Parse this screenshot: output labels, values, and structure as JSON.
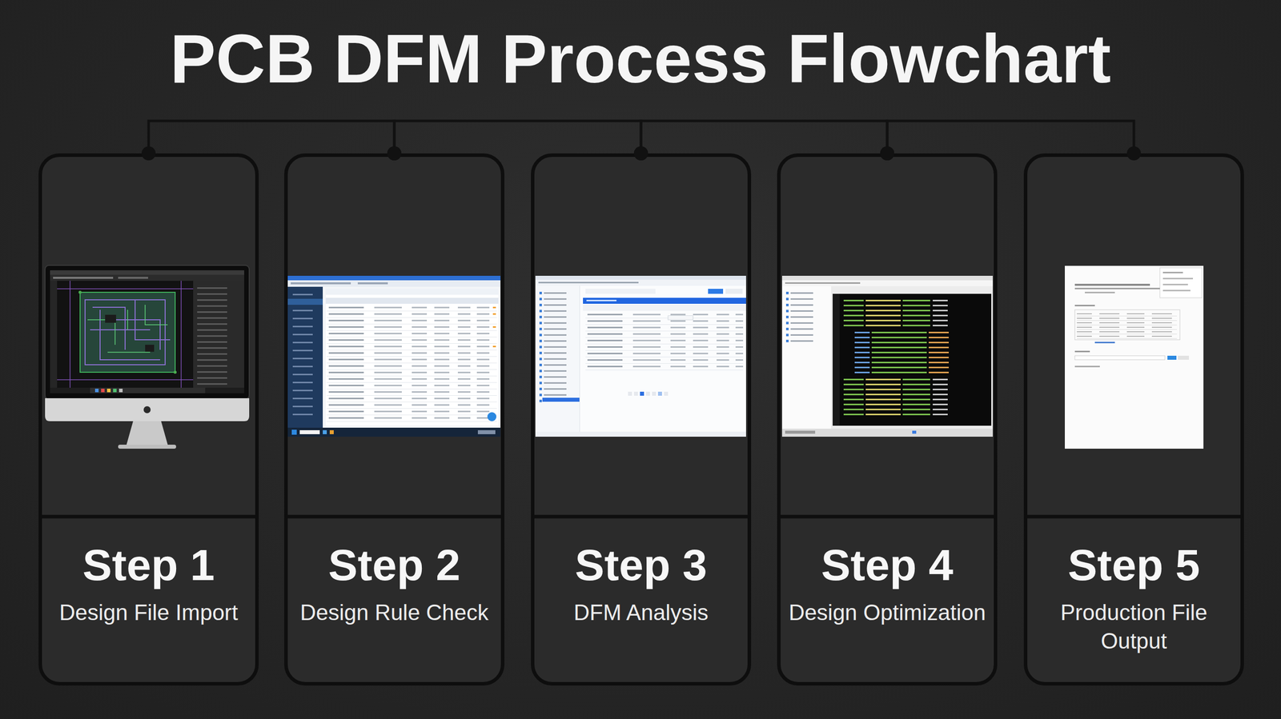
{
  "diagram": {
    "title": "PCB DFM Process Flowchart",
    "nodes": [
      {
        "text": [
          "Step 1",
          "Design File Import"
        ]
      },
      {
        "text": [
          "Step 2",
          "Design Rule Check"
        ]
      },
      {
        "text": [
          "Step 3",
          "DFM Analysis"
        ]
      },
      {
        "text": [
          "Step 4",
          "Design Optimization"
        ]
      },
      {
        "text": [
          "Step 5",
          "Production File Output"
        ]
      }
    ],
    "edges": [
      {
        "from": 0,
        "to": 1,
        "arrow": "none"
      },
      {
        "from": 1,
        "to": 2,
        "arrow": "none"
      },
      {
        "from": 2,
        "to": 3,
        "arrow": "none"
      },
      {
        "from": 3,
        "to": 4,
        "arrow": "none"
      }
    ]
  }
}
